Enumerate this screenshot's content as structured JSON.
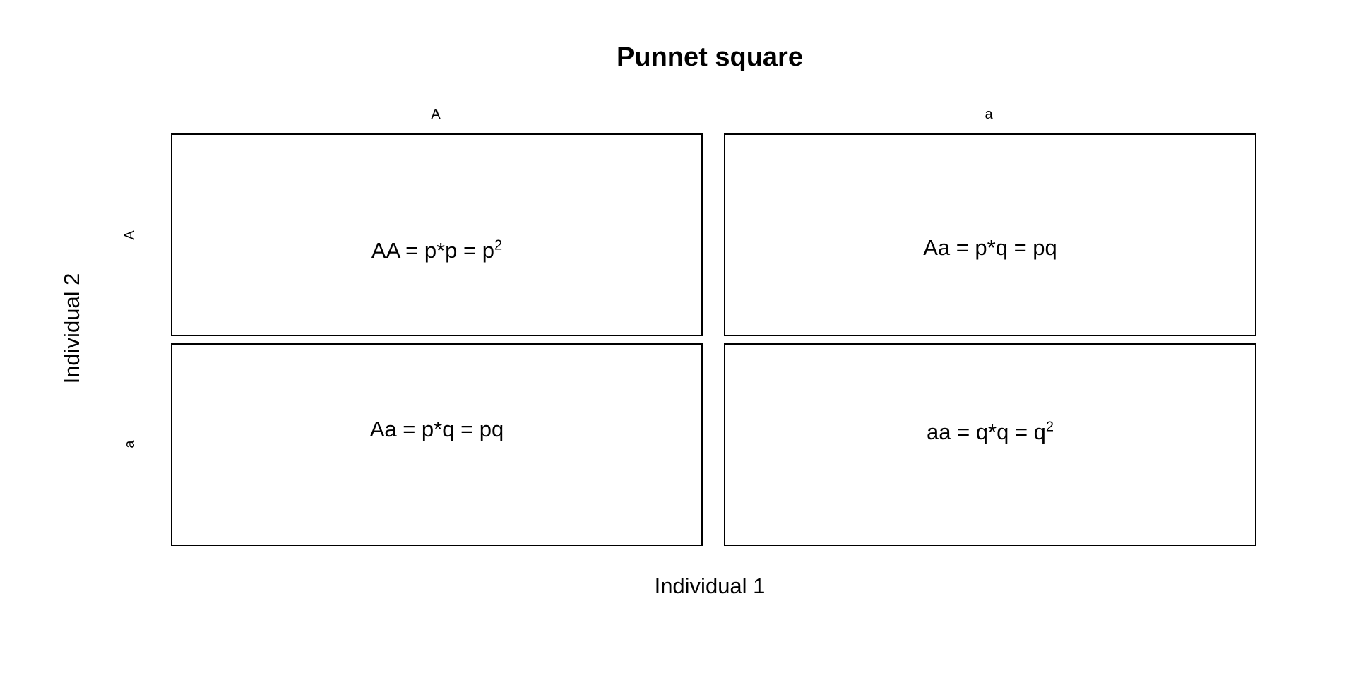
{
  "title": "Punnet square",
  "xlabel": "Individual 1",
  "ylabel": "Individual 2",
  "columns": [
    "A",
    "a"
  ],
  "rows": [
    "A",
    "a"
  ],
  "cells": [
    [
      {
        "text": "AA = p*p = p",
        "sup": "2"
      },
      {
        "text": "Aa = p*q = pq",
        "sup": ""
      }
    ],
    [
      {
        "text": "Aa = p*q = pq",
        "sup": ""
      },
      {
        "text": "aa = q*q = q",
        "sup": "2"
      }
    ]
  ]
}
